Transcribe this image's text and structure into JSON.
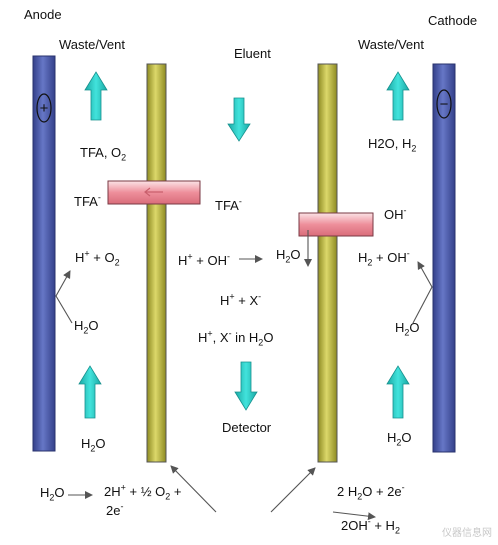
{
  "labels": {
    "anode": "Anode",
    "cathode": "Cathode",
    "waste_left": "Waste/Vent",
    "waste_right": "Waste/Vent",
    "eluent": "Eluent",
    "detector": "Detector",
    "plus_sign": "+",
    "minus_sign": "−"
  },
  "formulas": {
    "tfa_o2": [
      "TFA, O",
      "2",
      ""
    ],
    "tfa_minus_left": [
      "TFA",
      "-",
      ""
    ],
    "tfa_minus_center": [
      "TFA",
      "-",
      ""
    ],
    "oh_minus": [
      "OH",
      "-",
      ""
    ],
    "h2o_top_right": [
      "H2O, H",
      "2",
      ""
    ],
    "h_plus_o2": [
      "H",
      "+",
      " + O",
      "2",
      ""
    ],
    "h_oh_center": [
      "H",
      "+",
      " + OH",
      "-",
      ""
    ],
    "h2o_center": [
      "H",
      "2",
      "O"
    ],
    "h2_oh_right": [
      "H",
      "2",
      " + OH",
      "-",
      ""
    ],
    "h2o_left_mid": [
      "H",
      "2",
      "O"
    ],
    "h2o_right_mid": [
      "H",
      "2",
      "O"
    ],
    "h_x": [
      "H",
      "+",
      " + X",
      "-",
      ""
    ],
    "h_x_in_h2o": [
      "H",
      "+",
      ", X",
      "-",
      "  in  H",
      "2",
      "O"
    ],
    "h2o_left_low": [
      "H",
      "2",
      "O"
    ],
    "h2o_right_low": [
      "H",
      "2",
      "O"
    ],
    "h2o_eq_left": [
      "H",
      "2",
      "O"
    ],
    "anode_products": [
      "2H",
      "+",
      " + ½ O",
      "2",
      " +"
    ],
    "two_e": [
      "2e",
      "-",
      ""
    ],
    "cathode_reactants": [
      "2 H",
      "2",
      "O + 2e",
      "-",
      ""
    ],
    "cathode_products": [
      "2OH",
      "-",
      " + H",
      "2",
      ""
    ]
  },
  "watermark": "仪器信息网",
  "colors": {
    "electrode": "#4e5fb0",
    "membrane": "#c6c24a",
    "arrow": "#2ec9c4",
    "channel": "#f2a3ad"
  }
}
